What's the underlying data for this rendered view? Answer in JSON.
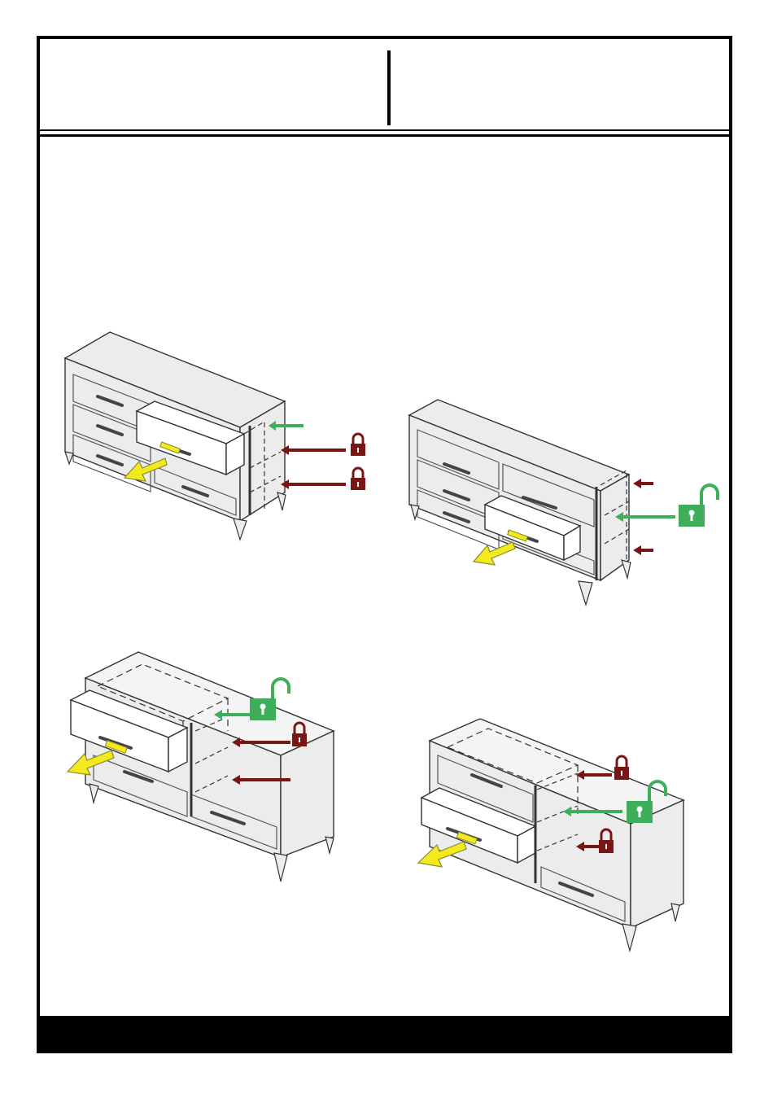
{
  "page": {
    "background": "#ffffff",
    "frame_color": "#000000",
    "footer_color": "#000000"
  },
  "colors": {
    "pull_arrow": "#f2ea1e",
    "pull_arrow_outline": "#8a8a2a",
    "locked": "#7a1515",
    "unlocked": "#3fae5a",
    "body_fill": "#ececec",
    "line": "#333333"
  },
  "icons": {
    "locked": "padlock-locked-icon",
    "unlocked": "padlock-unlocked-icon",
    "pull": "pull-direction-arrow-icon"
  },
  "steps": [
    {
      "view": "front",
      "open_drawer": "middle-right",
      "indicators": [
        "green-arrow",
        "locked",
        "locked"
      ]
    },
    {
      "view": "front",
      "open_drawer": "bottom-right",
      "indicators": [
        "locked-arrow",
        "unlocked",
        "locked-arrow"
      ]
    },
    {
      "view": "side",
      "open_drawer": "top",
      "indicators": [
        "unlocked",
        "locked",
        "red-arrow"
      ]
    },
    {
      "view": "side",
      "open_drawer": "middle",
      "indicators": [
        "locked",
        "unlocked",
        "locked"
      ]
    }
  ]
}
